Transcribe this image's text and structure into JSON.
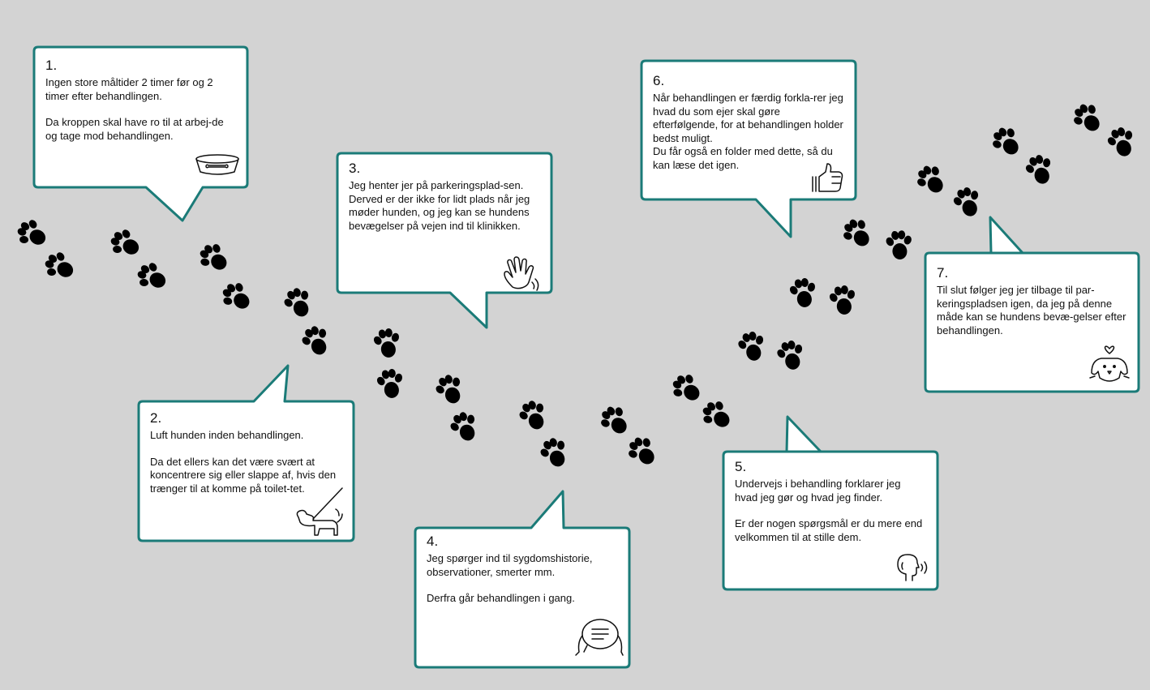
{
  "colors": {
    "background": "#d3d3d3",
    "border": "#1b7b78",
    "box_fill": "#ffffff",
    "paw": "#000000"
  },
  "steps": [
    {
      "number": "1.",
      "lines": [
        "Ingen store måltider 2 timer før og 2 timer efter behandlingen.",
        "Da kroppen skal have ro til at arbej-de og tage mod behandlingen."
      ],
      "icon": "dog-bowl-icon"
    },
    {
      "number": "2.",
      "lines": [
        "Luft hunden inden behandlingen.",
        "Da det ellers kan det være svært at koncentrere sig eller slappe af, hvis den trænger til at komme på toilet-tet."
      ],
      "icon": "dog-on-leash-icon"
    },
    {
      "number": "3.",
      "lines": [
        "Jeg henter jer på parkeringsplad-sen.\nDerved er der ikke for lidt plads når jeg møder hunden, og jeg kan se hundens bevægelser på vejen ind til klinikken."
      ],
      "icon": "waving-hand-icon"
    },
    {
      "number": "4.",
      "lines": [
        "Jeg spørger ind til sygdomshistorie, observationer, smerter mm.",
        "Derfra går behandlingen i gang."
      ],
      "icon": "speech-bubbles-icon"
    },
    {
      "number": "5.",
      "lines": [
        "Undervejs i behandling forklarer jeg hvad jeg gør og hvad jeg finder.",
        "Er der nogen spørgsmål er du mere end velkommen til at stille dem."
      ],
      "icon": "speaking-head-icon"
    },
    {
      "number": "6.",
      "lines": [
        "Når behandlingen er færdig forkla-rer jeg hvad du som ejer skal gøre efterfølgende, for at behandlingen holder bedst muligt.\nDu får også en folder med dette, så du kan læse det igen."
      ],
      "icon": "thumbs-up-icon"
    },
    {
      "number": "7.",
      "lines": [
        "Til slut følger jeg jer tilbage til par-keringspladsen igen, da jeg på denne måde kan se hundens bevæ-gelser efter behandlingen."
      ],
      "icon": "dog-face-heart-icon"
    }
  ]
}
